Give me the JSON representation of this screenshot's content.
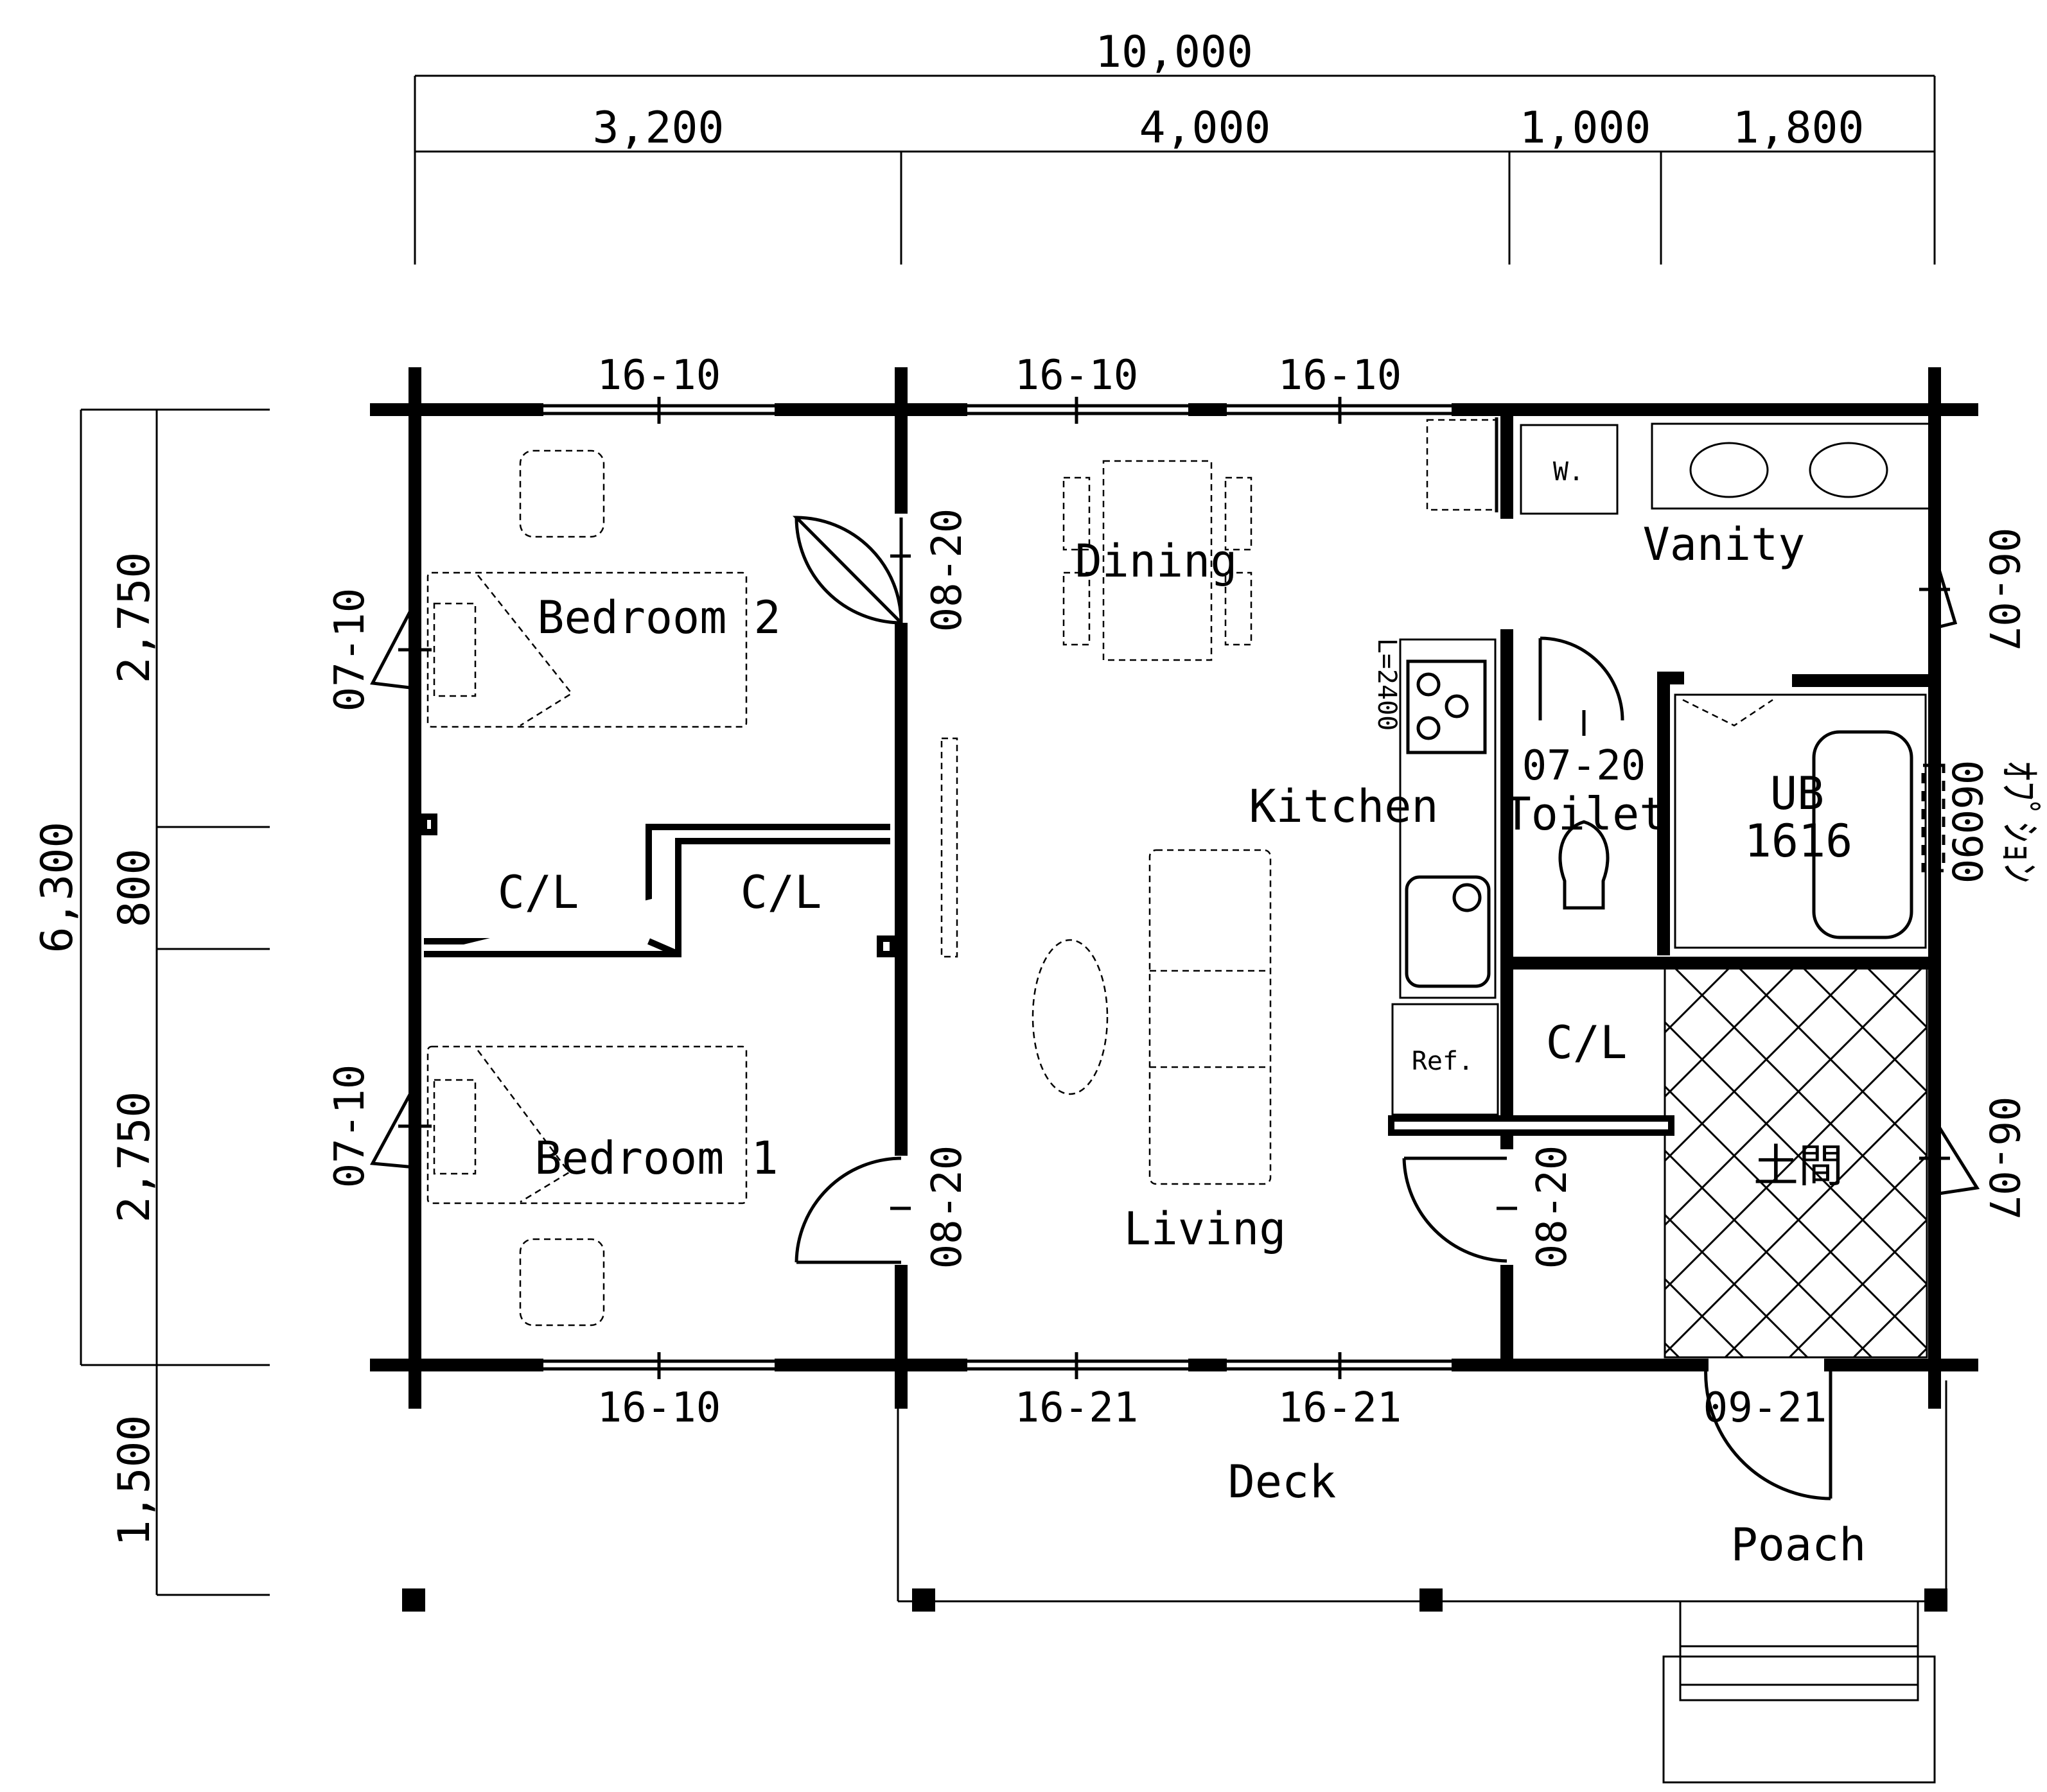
{
  "dimensions": {
    "overall_width": "10,000",
    "width_segments": [
      "3,200",
      "4,000",
      "1,000",
      "1,800"
    ],
    "overall_depth": "6,300",
    "depth_segments": [
      "2,750",
      "800",
      "2,750"
    ],
    "deck_depth": "1,500"
  },
  "rooms": {
    "bedroom2": "Bedroom 2",
    "bedroom1": "Bedroom 1",
    "closet_left": "C/L",
    "closet_right": "C/L",
    "closet_entry": "C/L",
    "dining": "Dining",
    "kitchen": "Kitchen",
    "living": "Living",
    "vanity": "Vanity",
    "toilet": "Toilet",
    "ub": "UB",
    "ub_size": "1616",
    "doma": "土間",
    "deck": "Deck",
    "porch": "Poach"
  },
  "openings": {
    "top_window_bedroom2": "16-10",
    "top_window_dining_1": "16-10",
    "top_window_dining_2": "16-10",
    "bottom_window_bedroom1": "16-10",
    "bottom_window_living_1": "16-21",
    "bottom_window_living_2": "16-21",
    "entry_door": "09-21",
    "left_window_bedroom2": "07-10",
    "left_window_bedroom1": "07-10",
    "door_bedroom2": "08-20",
    "door_bedroom1": "08-20",
    "door_entry_hall": "08-20",
    "door_toilet": "07-20",
    "right_window_vanity": "06-07",
    "right_window_doma": "06-07",
    "option_window_code": "06090",
    "option_window_note": "ｵﾌﾟｼｮﾝ"
  },
  "fixtures": {
    "washer": "W.",
    "refrigerator": "Ref.",
    "counter_length": "L=2400"
  }
}
